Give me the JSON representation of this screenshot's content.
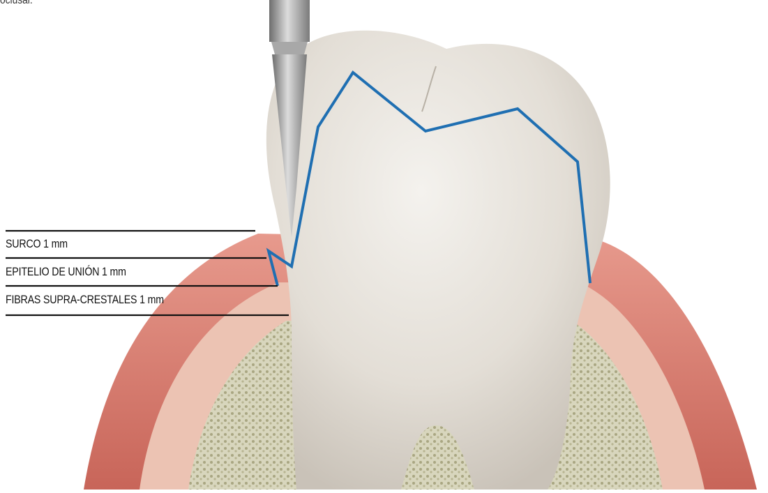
{
  "top_text_fragment": "oclusal.",
  "labels": {
    "sulcus": "SURCO 1 mm",
    "junctional_epithelium": "EPITELIO DE UNIÓN 1 mm",
    "supracrestal_fibers": "FIBRAS SUPRA-CRESTALES 1 mm"
  },
  "colors": {
    "reduction_line": "#1f6fb2",
    "leader_lines": "#111111",
    "tooth": "#e6e1d9",
    "gingiva": "#d97a6f",
    "bone": "#d3d1b8",
    "bur": "#9a9a9a"
  }
}
